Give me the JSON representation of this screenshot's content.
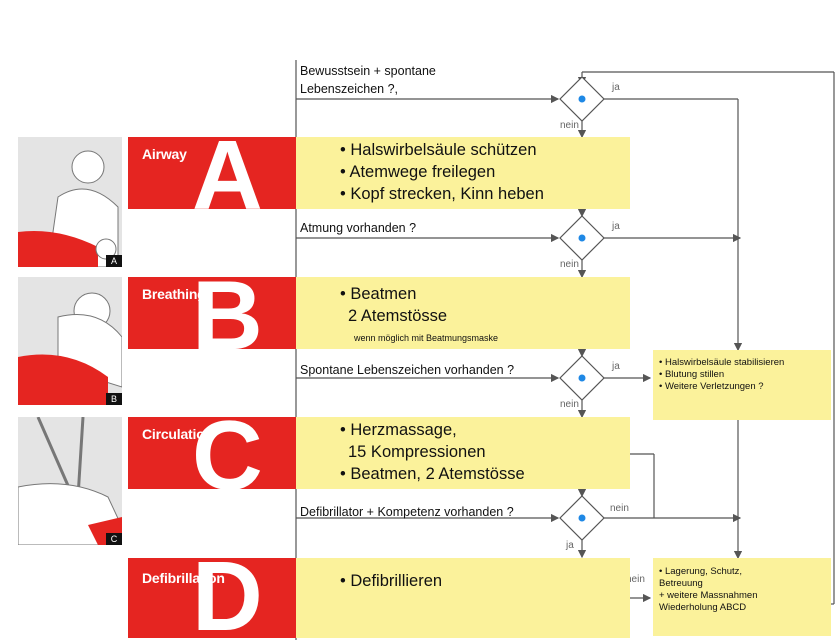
{
  "colors": {
    "band": "#e52521",
    "box": "#fbf29b",
    "dot": "#1e88e5",
    "lines": "#555555"
  },
  "top_question": {
    "line1": "Bewusstsein + spontane",
    "line2": "Lebenszeichen ?,"
  },
  "steps": [
    {
      "letter": "A",
      "label": "Airway",
      "photo_tag": "A",
      "lines": [
        "• Halswirbelsäule schützen",
        "• Atemwege freilegen",
        "• Kopf strecken, Kinn heben"
      ],
      "question": "Atmung vorhanden ?"
    },
    {
      "letter": "B",
      "label": "Breathing",
      "photo_tag": "B",
      "lines": [
        "• Beatmen",
        "2 Atemstösse"
      ],
      "note": "wenn möglich mit Beatmungsmaske",
      "question": "Spontane Lebenszeichen vorhanden ?"
    },
    {
      "letter": "C",
      "label": "Circulation",
      "photo_tag": "C",
      "lines": [
        "• Herzmassage,",
        "15 Kompressionen",
        "• Beatmen, 2 Atemstösse"
      ],
      "question": "Defibrillator + Kompetenz vorhanden ?"
    },
    {
      "letter": "D",
      "label": "Defibrillation",
      "lines": [
        "• Defibrillieren"
      ]
    }
  ],
  "decision_labels": {
    "yes": "ja",
    "no": "nein"
  },
  "side_box_1": [
    "• Halswirbelsäule stabilisieren",
    "• Blutung stillen",
    "• Weitere Verletzungen ?"
  ],
  "side_box_2": [
    "• Lagerung, Schutz,",
    "Betreuung",
    "+ weitere Massnahmen",
    "Wiederholung ABCD"
  ]
}
